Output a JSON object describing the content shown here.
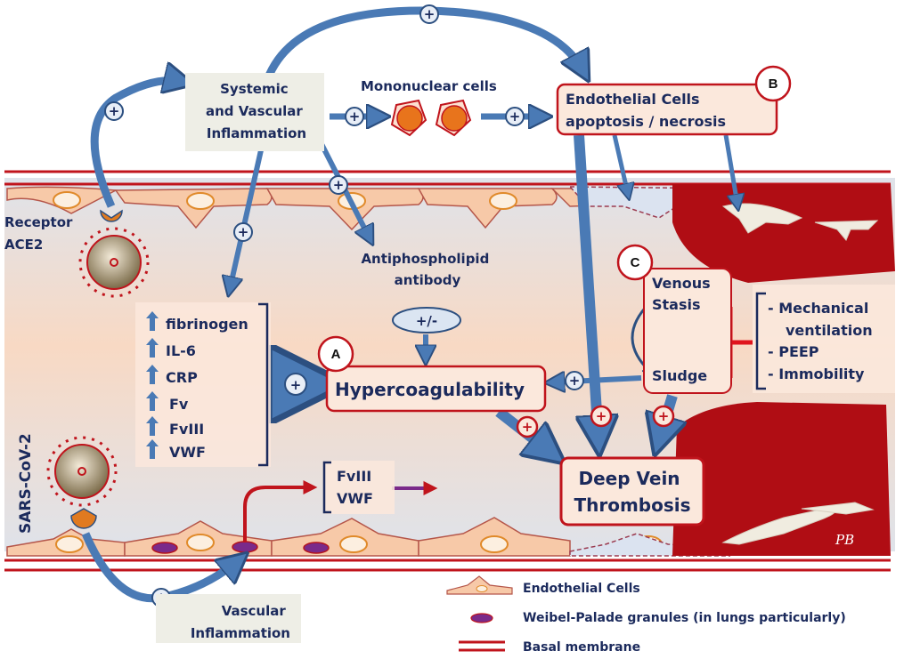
{
  "title": "SARS-CoV-2 and deep vein thrombosis pathophysiology",
  "colors": {
    "text": "#1b2a5c",
    "arrow_blue": "#4a7ab5",
    "membrane_red": "#c0141c",
    "thrombus_red": "#b00d14",
    "box_fill": "#fbe8dc",
    "box_border": "#c0141c",
    "granule": "#7a2a8a"
  },
  "labels": {
    "systemic_inflammation": [
      "Systemic",
      "and Vascular",
      "Inflammation"
    ],
    "mononuclear_cells": "Mononuclear cells",
    "endothelial_apoptosis": [
      "Endothelial Cells",
      "apoptosis / necrosis"
    ],
    "receptor": [
      "Receptor",
      "ACE2"
    ],
    "antiphospholipid": [
      "Antiphospholipid",
      "antibody"
    ],
    "plus_minus": "+/-",
    "hypercoagulability": "Hypercoagulability",
    "venous_stasis": [
      "Venous",
      "Stasis"
    ],
    "sludge": "Sludge",
    "causes": [
      "- Mechanical",
      "ventilation",
      "- PEEP",
      "- Immobility"
    ],
    "markers": [
      "fibrinogen",
      "IL-6",
      "CRP",
      "Fv",
      "FvIII",
      "VWF"
    ],
    "released": [
      "FvIII",
      "VWF"
    ],
    "dvt": [
      "Deep Vein",
      "Thrombosis"
    ],
    "virus": "SARS-CoV-2",
    "vascular_inflammation": [
      "Vascular",
      "Inflammation"
    ],
    "badge_a": "A",
    "badge_b": "B",
    "badge_c": "C",
    "plus": "+",
    "signature": "PB"
  },
  "legend": [
    {
      "icon": "endothelial-cell",
      "label": "Endothelial Cells"
    },
    {
      "icon": "weibel-palade-granule",
      "label": "Weibel-Palade granules (in lungs particularly)"
    },
    {
      "icon": "basal-membrane",
      "label": "Basal membrane"
    }
  ]
}
